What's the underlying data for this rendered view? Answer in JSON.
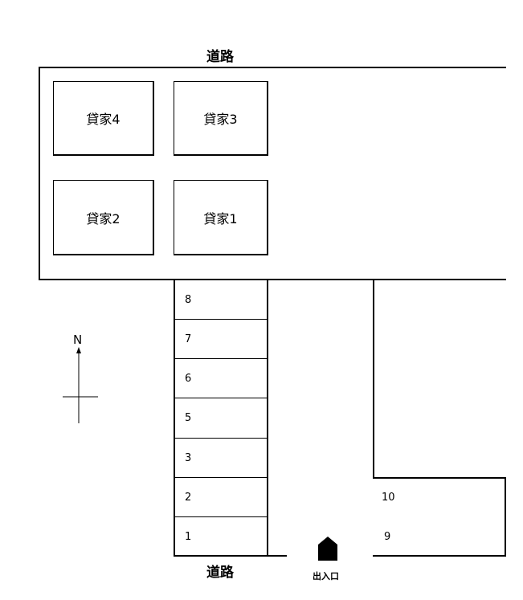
{
  "roads": {
    "north_label": "道路",
    "south_label": "道路"
  },
  "houses": [
    {
      "label": "貸家4"
    },
    {
      "label": "貸家3"
    },
    {
      "label": "貸家2"
    },
    {
      "label": "貸家1"
    }
  ],
  "parking_spots": [
    "8",
    "7",
    "6",
    "5",
    "3",
    "2",
    "1"
  ],
  "extra_spots": [
    "10",
    "9"
  ],
  "compass": {
    "label": "N"
  },
  "entrance": {
    "label": "出入口",
    "icon": "house-entrance-icon"
  }
}
